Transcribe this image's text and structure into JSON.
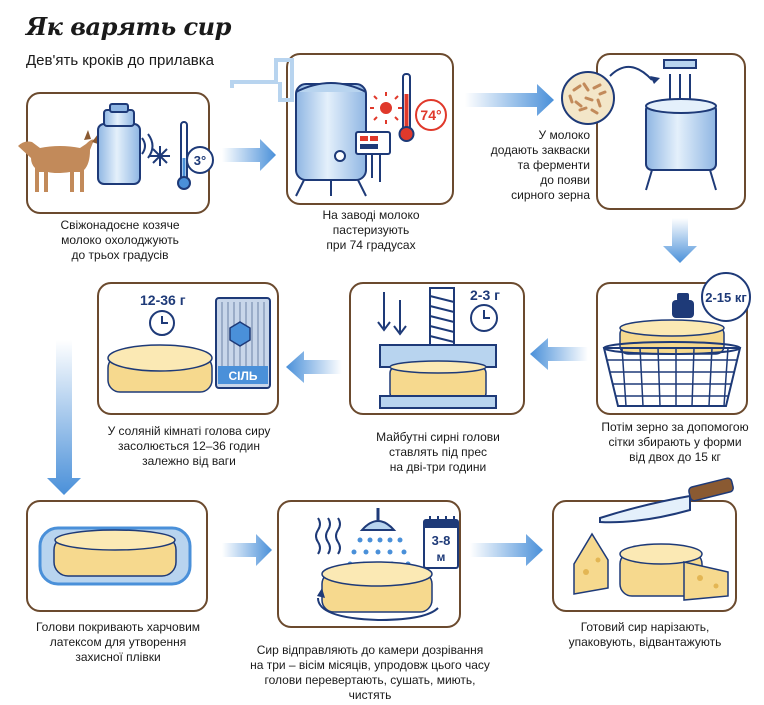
{
  "header": {
    "title": "Як варять сир",
    "subtitle": "Дев'ять кроків до прилавка"
  },
  "steps": [
    {
      "id": 1,
      "caption": [
        "Свіжонадоєне козяче",
        "молоко охолоджують",
        "до трьох градусів"
      ],
      "badge": "3°"
    },
    {
      "id": 2,
      "caption": [
        "На заводі молоко",
        "пастеризують",
        "при 74 градусах"
      ],
      "badge": "74°"
    },
    {
      "id": 3,
      "caption": [
        "У молоко",
        "додають закваски",
        "та ферменти",
        "до появи",
        "сирного зерна"
      ]
    },
    {
      "id": 4,
      "caption": [
        "Потім зерно за допомогою",
        "сітки збирають у форми",
        "від двох до 15 кг"
      ],
      "badge": "2-15 кг"
    },
    {
      "id": 5,
      "caption": [
        "Майбутні сирні голови",
        "ставлять під прес",
        "на дві-три години"
      ],
      "badge": "2-3 г"
    },
    {
      "id": 6,
      "caption": [
        "У соляній кімнаті голова сиру",
        "засолюється 12–36 годин",
        "залежно від ваги"
      ],
      "badge": "12-36 г",
      "bag_label": "СІЛЬ"
    },
    {
      "id": 7,
      "caption": [
        "Голови покривають харчовим",
        "латексом для утворення",
        "захисної плівки"
      ]
    },
    {
      "id": 8,
      "caption": [
        "Сир відправляють до камери дозрівання",
        "на три – вісім місяців, упродовж цього часу",
        "голови перевертають, сушать, миють, чистять"
      ],
      "badge": "3-8",
      "badge_unit": "м"
    },
    {
      "id": 9,
      "caption": [
        "Готовий сир нарізають,",
        "упаковують, відвантажують"
      ]
    }
  ],
  "colors": {
    "box_border": "#6b4a2e",
    "steel": "#b8d4ef",
    "steel_dark": "#1e3a78",
    "cheese": "#f6d98e",
    "arrow": "#4a90d9",
    "red": "#e0392b",
    "goat": "#c28a5a"
  }
}
